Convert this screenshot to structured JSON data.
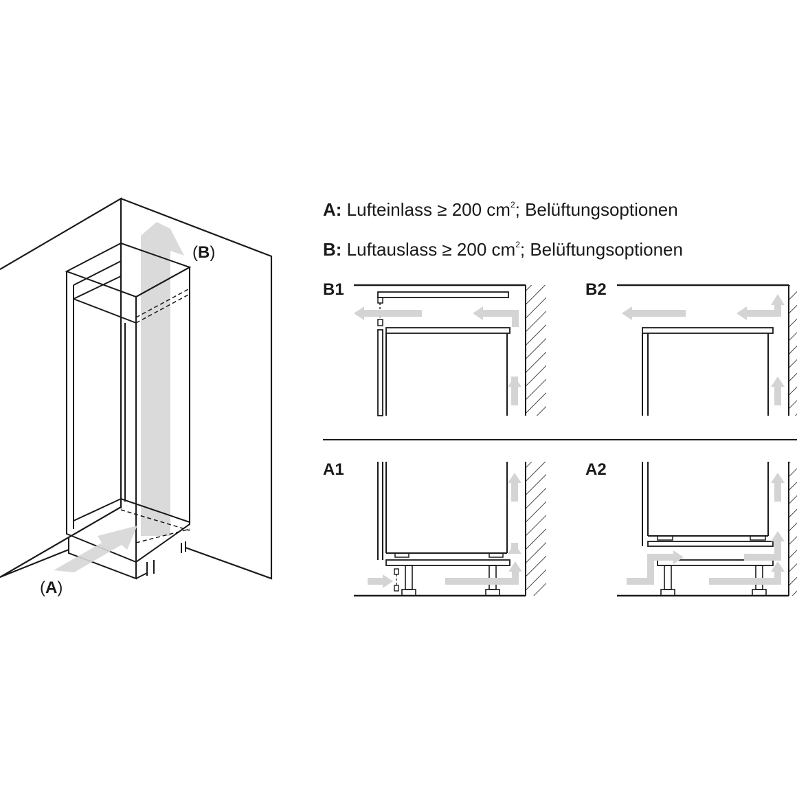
{
  "legend": {
    "a": {
      "key": "A:",
      "text": "Lufteinlass ≥ 200 cm",
      "sup": "2",
      "rest": "; Belüftungsoptionen"
    },
    "b": {
      "key": "B:",
      "text": "Luftauslass ≥ 200 cm",
      "sup": "2",
      "rest": "; Belüftungsoptionen"
    }
  },
  "cabinet": {
    "label_top": "B",
    "label_bottom": "A"
  },
  "panels": {
    "b1": "B1",
    "b2": "B2",
    "a1": "A1",
    "a2": "A2"
  },
  "colors": {
    "line": "#1a1a1a",
    "arrow": "#d4d4d4",
    "arrow_dark": "#bfbfbf"
  }
}
